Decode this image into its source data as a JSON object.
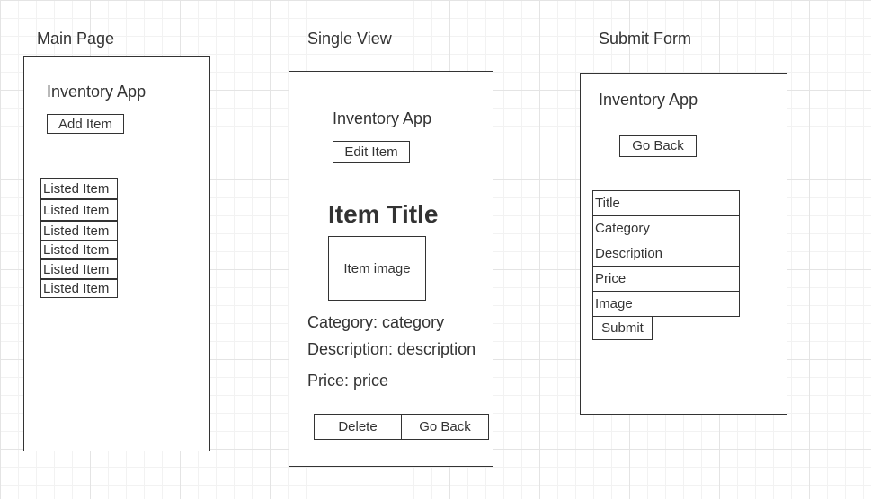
{
  "main_page": {
    "heading": "Main Page",
    "app_title": "Inventory App",
    "add_button": "Add Item",
    "items": [
      "Listed Item",
      "Listed Item",
      "Listed Item",
      "Listed Item",
      "Listed Item",
      "Listed Item"
    ]
  },
  "single_view": {
    "heading": "Single View",
    "app_title": "Inventory App",
    "edit_button": "Edit Item",
    "item_title": "Item Title",
    "image_placeholder": "Item image",
    "category": "Category: category",
    "description": "Description: description",
    "price": "Price: price",
    "delete_button": "Delete",
    "back_button": "Go Back"
  },
  "submit_form": {
    "heading": "Submit Form",
    "app_title": "Inventory App",
    "back_button": "Go Back",
    "fields": [
      "Title",
      "Category",
      "Description",
      "Price",
      "Image"
    ],
    "submit_button": "Submit"
  }
}
